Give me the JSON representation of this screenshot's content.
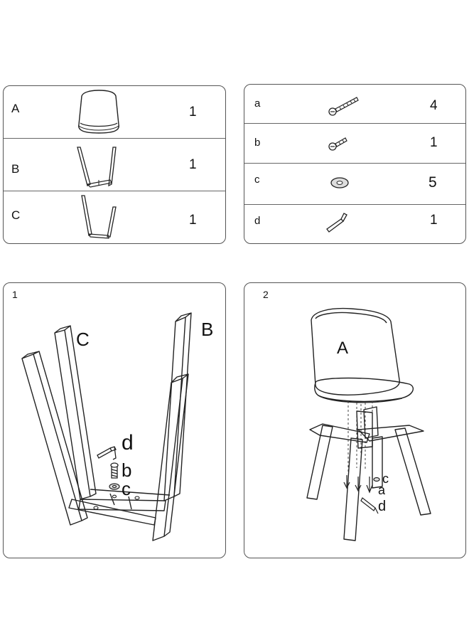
{
  "parts_list": [
    {
      "id": "A",
      "qty": "1",
      "icon": "seat-shell-icon"
    },
    {
      "id": "B",
      "qty": "1",
      "icon": "leg-frame-b-icon"
    },
    {
      "id": "C",
      "qty": "1",
      "icon": "leg-frame-c-icon"
    }
  ],
  "hardware_list": [
    {
      "id": "a",
      "qty": "4",
      "icon": "long-bolt-icon"
    },
    {
      "id": "b",
      "qty": "1",
      "icon": "short-bolt-icon"
    },
    {
      "id": "c",
      "qty": "5",
      "icon": "washer-icon"
    },
    {
      "id": "d",
      "qty": "1",
      "icon": "allen-key-icon"
    }
  ],
  "step1": {
    "number": "1",
    "label_b": "B",
    "label_c": "C",
    "label_d": "d",
    "label_b_small": "b",
    "label_c_small": "c"
  },
  "step2": {
    "number": "2",
    "label_a_big": "A",
    "label_c": "c",
    "label_a": "a",
    "label_d": "d"
  }
}
